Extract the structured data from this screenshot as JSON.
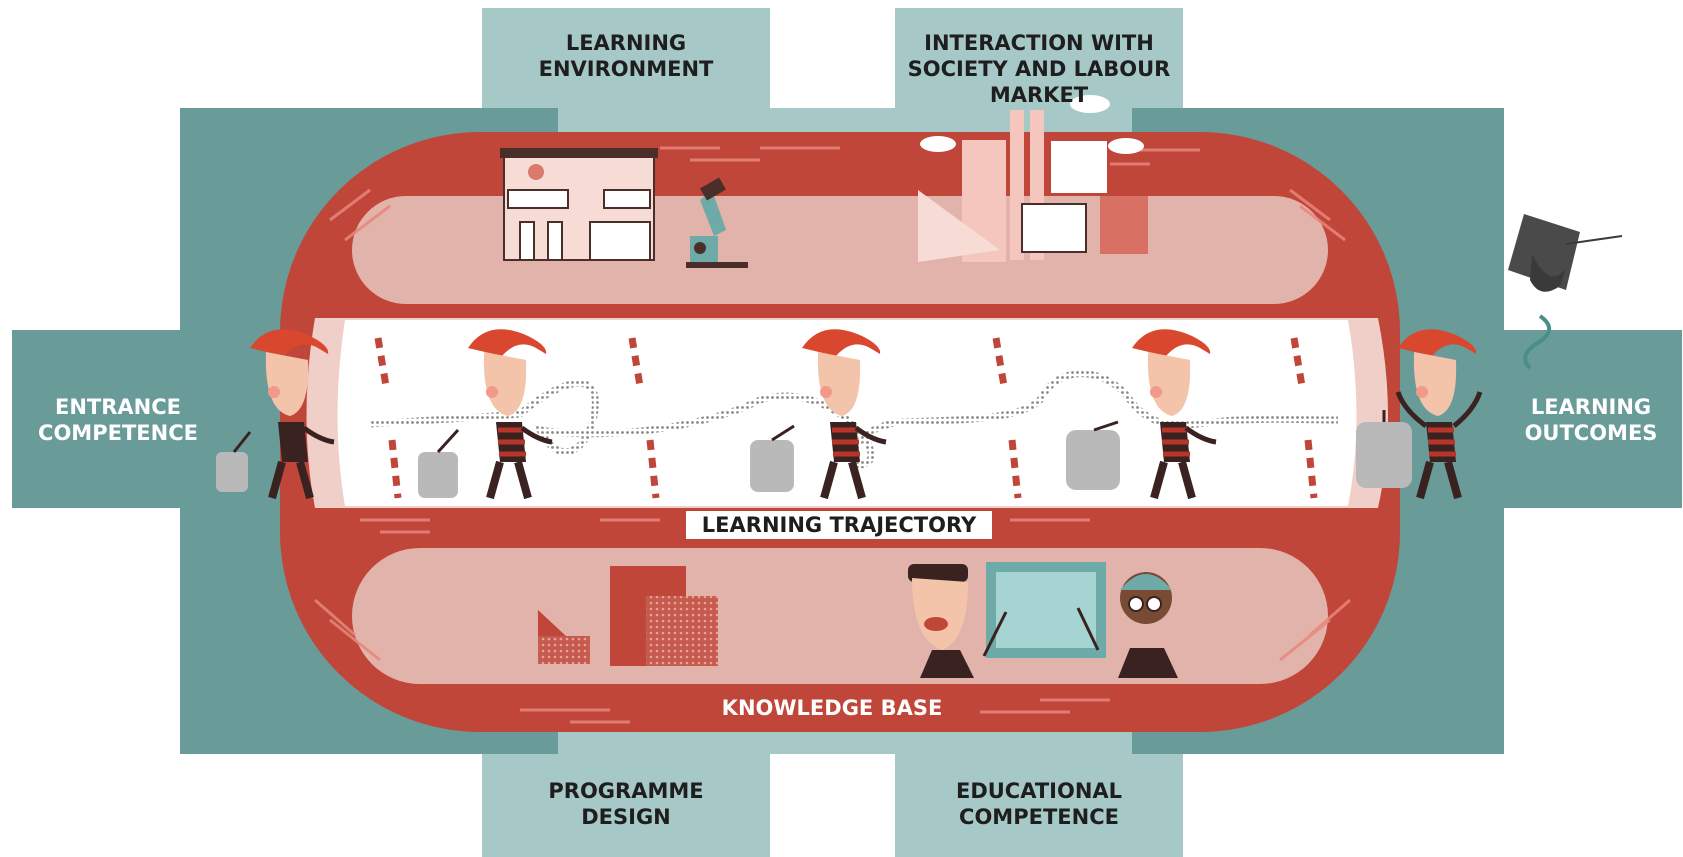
{
  "labels": {
    "learning_environment": [
      "LEARNING",
      "ENVIRONMENT"
    ],
    "interaction": [
      "INTERACTION WITH",
      "SOCIETY AND LABOUR",
      "MARKET"
    ],
    "entrance_competence": [
      "ENTRANCE",
      "COMPETENCE"
    ],
    "learning_outcomes": [
      "LEARNING",
      "OUTCOMES"
    ],
    "learning_trajectory": "LEARNING TRAJECTORY",
    "knowledge_base": "KNOWLEDGE BASE",
    "programme_design": [
      "PROGRAMME",
      "DESIGN"
    ],
    "educational_competence": [
      "EDUCATIONAL",
      "COMPETENCE"
    ]
  },
  "colors": {
    "teal_dark": "#699b99",
    "teal_light": "#a6c8c6",
    "track_red": "#c0463a",
    "track_inner": "#e2b3aa",
    "lane_white": "#ffffff",
    "lane_pink": "#f0cfc8",
    "hair": "#d9472f",
    "skin": "#f3c3aa",
    "shirt_stripe": "#b8352a",
    "trousers": "#3a2220",
    "suitcase": "#b9b9b9"
  },
  "icons": [
    "school-building-icon",
    "microscope-icon",
    "factory-icon",
    "graduation-cap-icon",
    "blocks-icon",
    "teachers-icon",
    "blackboard-icon",
    "suitcase-icon",
    "student-icon",
    "path-rope-icon",
    "lane-marker-icon"
  ]
}
